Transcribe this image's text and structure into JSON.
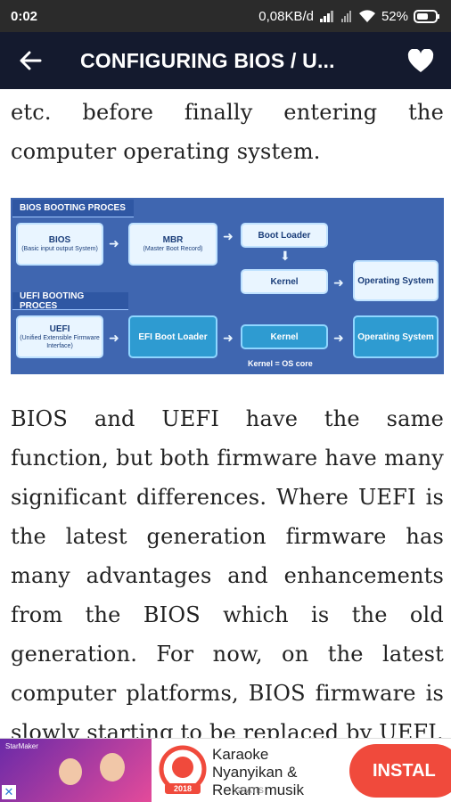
{
  "status_bar": {
    "time": "0:02",
    "network_speed": "0,08KB/d",
    "battery_percent": "52%"
  },
  "app_bar": {
    "title": "CONFIGURING BIOS / U...",
    "back_icon": "arrow-left-icon",
    "favorite_icon": "heart-icon"
  },
  "article": {
    "paragraph_1": "etc. before finally entering the computer operating system.",
    "paragraph_2": "BIOS and UEFI have the same function, but both firmware have many significant differences. Where UEFI is the latest generation firmware has many advantages and enhancements from the BIOS which is the old generation. For now, on the latest computer platforms, BIOS firmware is slowly starting to be replaced by UEFI."
  },
  "diagram": {
    "bios_heading": "BIOS BOOTING PROCES",
    "uefi_heading": "UEFI BOOTING PROCES",
    "bios_box_title": "BIOS",
    "bios_box_sub": "(Basic input output System)",
    "mbr_title": "MBR",
    "mbr_sub": "(Master Boot Record)",
    "boot_loader": "Boot Loader",
    "kernel": "Kernel",
    "operating_system": "Operating System",
    "uefi_title": "UEFI",
    "uefi_sub": "(Unified Extensible Firmware Interface)",
    "efi_boot_loader": "EFI Boot Loader",
    "uefi_kernel": "Kernel",
    "uefi_operating_system": "Operating System",
    "note": "Kernel = OS core"
  },
  "ad": {
    "app_name_line1": "Karaoke",
    "app_name_line2": "Nyanyikan &",
    "app_name_line3": "Rekam musik",
    "sub_text": "GRATIS",
    "install_label": "INSTAL",
    "promo_tag": "StarMaker",
    "close_label": "✕",
    "logo_badge": "2018"
  },
  "colors": {
    "app_bar": "#141a2e",
    "status_bar": "#2b2b2b",
    "diagram_bg": "#3f66b0",
    "install": "#f04a3c"
  }
}
